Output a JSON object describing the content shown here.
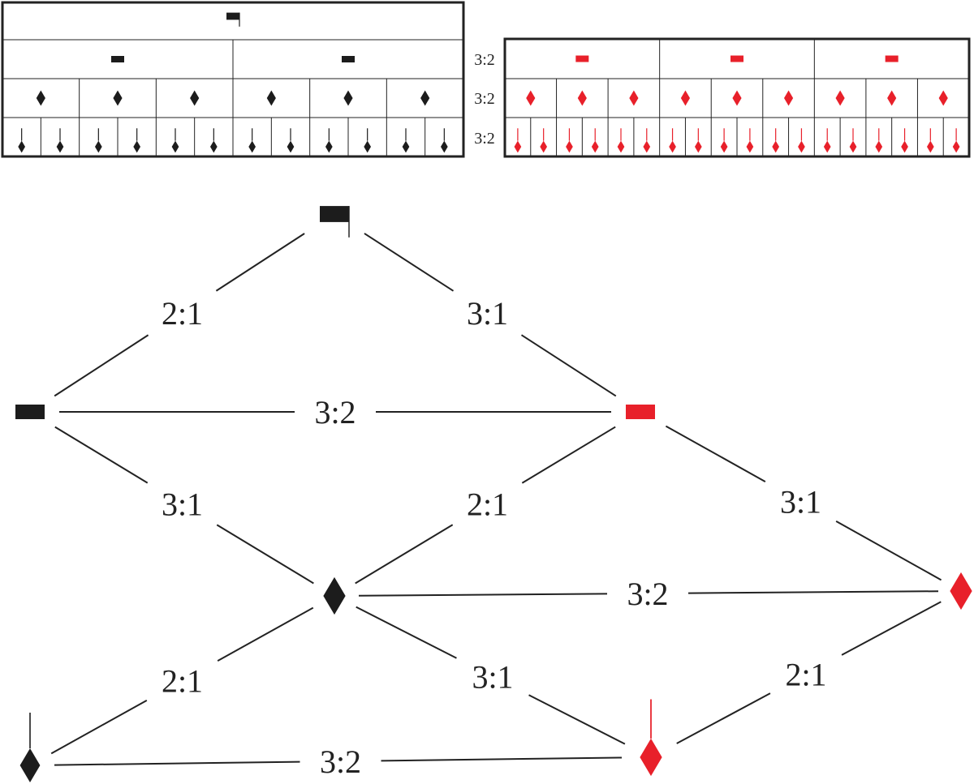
{
  "colors": {
    "black": "#1c1c1c",
    "red": "#e8202a",
    "line": "#222222",
    "background": "#ffffff"
  },
  "tables": {
    "black_table": {
      "color": "black",
      "rows": [
        {
          "count": 1,
          "symbol": "breve-flag-icon"
        },
        {
          "count": 2,
          "symbol": "square-icon"
        },
        {
          "count": 6,
          "symbol": "diamond-icon"
        },
        {
          "count": 12,
          "symbol": "stemmed-diamond-icon"
        }
      ]
    },
    "red_table": {
      "color": "red",
      "rows": [
        {
          "count": 3,
          "symbol": "square-icon"
        },
        {
          "count": 9,
          "symbol": "diamond-icon"
        },
        {
          "count": 18,
          "symbol": "stemmed-diamond-icon"
        }
      ]
    },
    "row_ratios": [
      "3:2",
      "3:2",
      "3:2"
    ]
  },
  "lattice": {
    "nodes": [
      {
        "id": "top",
        "symbol": "breve-flag-icon",
        "color": "black"
      },
      {
        "id": "mid-left",
        "symbol": "square-icon",
        "color": "black"
      },
      {
        "id": "mid-right",
        "symbol": "square-icon",
        "color": "red"
      },
      {
        "id": "center",
        "symbol": "diamond-icon",
        "color": "black"
      },
      {
        "id": "right",
        "symbol": "diamond-icon",
        "color": "red"
      },
      {
        "id": "bottom-left",
        "symbol": "stemmed-diamond-icon",
        "color": "black"
      },
      {
        "id": "bottom-right",
        "symbol": "stemmed-diamond-icon",
        "color": "red"
      }
    ],
    "edges": [
      {
        "from": "top",
        "to": "mid-left",
        "ratio": "2:1"
      },
      {
        "from": "top",
        "to": "mid-right",
        "ratio": "3:1"
      },
      {
        "from": "mid-left",
        "to": "mid-right",
        "ratio": "3:2"
      },
      {
        "from": "mid-left",
        "to": "center",
        "ratio": "3:1"
      },
      {
        "from": "mid-right",
        "to": "center",
        "ratio": "2:1"
      },
      {
        "from": "mid-right",
        "to": "right",
        "ratio": "3:1"
      },
      {
        "from": "center",
        "to": "right",
        "ratio": "3:2"
      },
      {
        "from": "center",
        "to": "bottom-left",
        "ratio": "2:1"
      },
      {
        "from": "center",
        "to": "bottom-right",
        "ratio": "3:1"
      },
      {
        "from": "right",
        "to": "bottom-right",
        "ratio": "2:1"
      },
      {
        "from": "bottom-left",
        "to": "bottom-right",
        "ratio": "3:2"
      }
    ]
  }
}
